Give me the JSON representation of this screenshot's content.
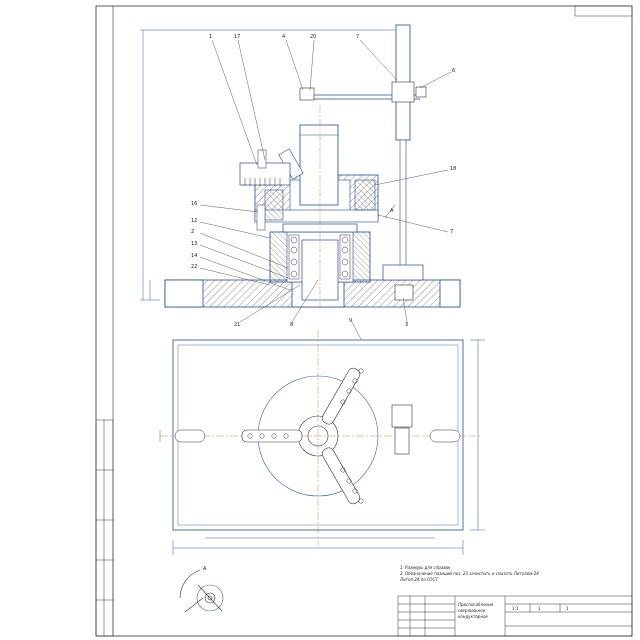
{
  "colors": {
    "frame": "#333333",
    "outline": "#1f4e9a",
    "hatch": "#444444",
    "center": "#c8932a",
    "dim": "#2b5fb3",
    "paper": "#ffffff"
  },
  "callouts_top": [
    "1",
    "17",
    "4",
    "20",
    "7",
    "6"
  ],
  "callouts_left": [
    "16",
    "12",
    "2",
    "13",
    "14",
    "22"
  ],
  "callouts_right": [
    "18",
    "7"
  ],
  "callouts_bottom": [
    "21",
    "8",
    "3"
  ],
  "callout_plan": "9",
  "view_label": "A",
  "notes": [
    "1. Размеры для справок",
    "2. Обозначение позиций поз. 23 зачистить и смазать Литолом-24",
    "Литол-24 по ГОСТ"
  ],
  "title_block": {
    "title_lines": [
      "Приспособление",
      "сверлильное",
      "кондукторное"
    ],
    "sheet": "1",
    "sheets": "1",
    "scale": "1:1"
  }
}
